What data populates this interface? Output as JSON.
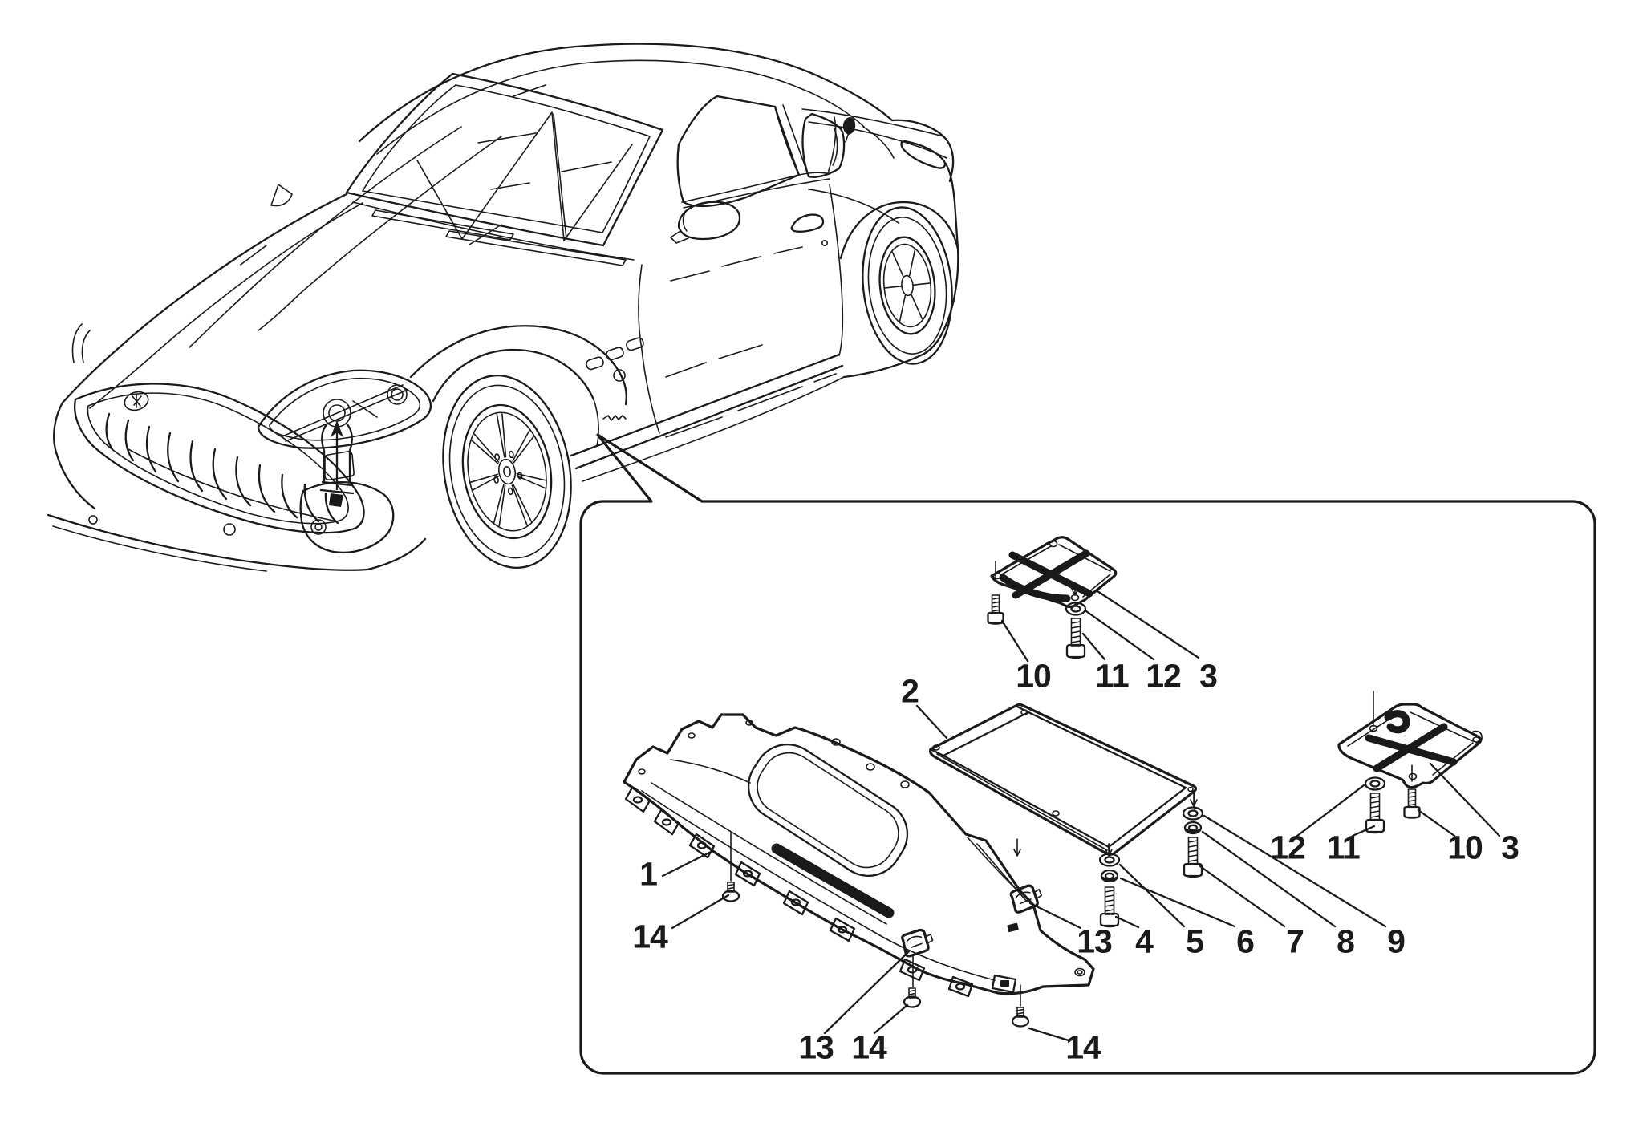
{
  "figure": {
    "kind": "vehicle-parts-exploded-diagram",
    "subject": "underbody shields and trays with mounting brackets and fasteners",
    "vehicle_view": "front three-quarter line-art coupe",
    "ink_color": "#1a1a1a",
    "background_color": "#ffffff"
  },
  "callouts": [
    {
      "label": "1"
    },
    {
      "label": "2"
    },
    {
      "label": "10"
    },
    {
      "label": "11"
    },
    {
      "label": "12"
    },
    {
      "label": "3"
    },
    {
      "label": "14"
    },
    {
      "label": "13"
    },
    {
      "label": "14"
    },
    {
      "label": "14"
    },
    {
      "label": "13"
    },
    {
      "label": "4"
    },
    {
      "label": "5"
    },
    {
      "label": "6"
    },
    {
      "label": "7"
    },
    {
      "label": "8"
    },
    {
      "label": "9"
    },
    {
      "label": "12"
    },
    {
      "label": "11"
    },
    {
      "label": "10"
    },
    {
      "label": "3"
    }
  ]
}
